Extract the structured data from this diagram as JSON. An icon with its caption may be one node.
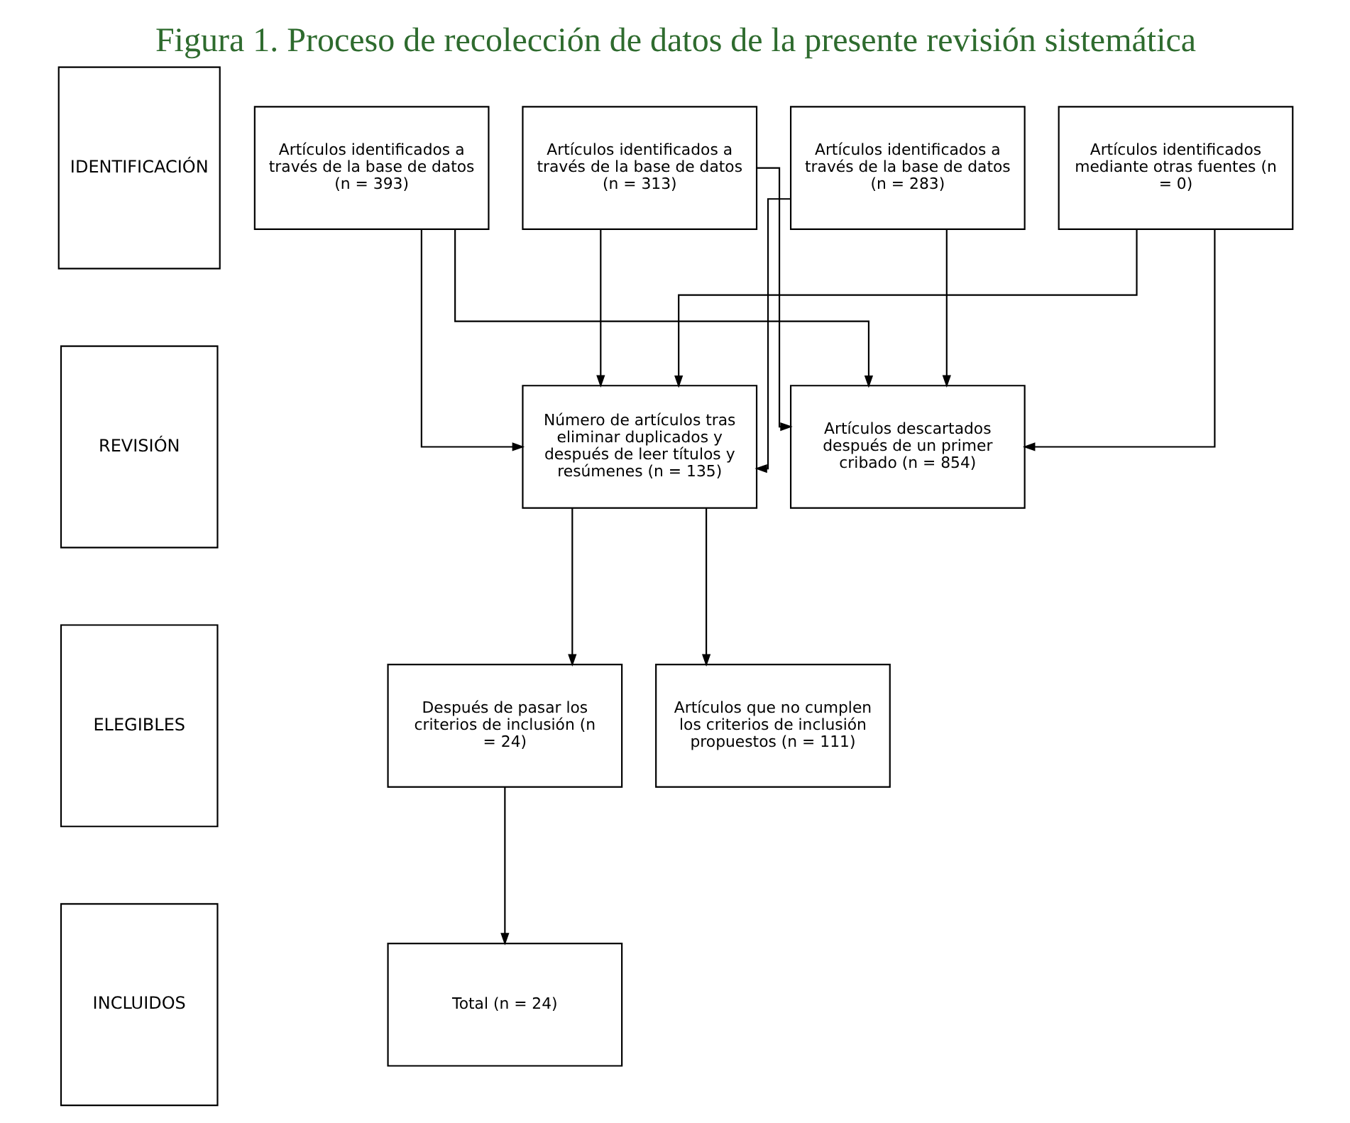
{
  "diagram": {
    "title": "Figura 1. Proceso de recolección de datos de la presente revisión sistemática",
    "nodes": [
      {
        "text": [
          "IDENTIFICACIÓN"
        ]
      },
      {
        "text": [
          "REVISIÓN"
        ]
      },
      {
        "text": [
          "ELEGIBLES"
        ]
      },
      {
        "text": [
          "INCLUIDOS"
        ]
      },
      {
        "text": [
          "Artículos identificados a través de la base de datos (n = 393)"
        ]
      },
      {
        "text": [
          "Artículos identificados a través de la base de datos (n = 313)"
        ]
      },
      {
        "text": [
          "Artículos identificados a través de la base de datos (n = 283)"
        ]
      },
      {
        "text": [
          "Artículos identificados mediante otras fuentes (n = 0)"
        ]
      },
      {
        "text": [
          "Número de artículos tras eliminar duplicados y después de leer títulos y resúmenes (n = 135)"
        ]
      },
      {
        "text": [
          "Artículos descartados después de un primer cribado (n = 854)"
        ]
      },
      {
        "text": [
          "Después de pasar los criterios de inclusión (n = 24)"
        ]
      },
      {
        "text": [
          "Artículos que no cumplen los criterios de inclusión propuestos (n = 111)"
        ]
      },
      {
        "text": [
          "Total (n = 24)"
        ]
      }
    ],
    "edges": [
      {
        "from": 4,
        "to": 8,
        "arrow": "to"
      },
      {
        "from": 5,
        "to": 8,
        "arrow": "to"
      },
      {
        "from": 6,
        "to": 8,
        "arrow": "to"
      },
      {
        "from": 7,
        "to": 8,
        "arrow": "to"
      },
      {
        "from": 4,
        "to": 9,
        "arrow": "to"
      },
      {
        "from": 5,
        "to": 9,
        "arrow": "to"
      },
      {
        "from": 6,
        "to": 9,
        "arrow": "to"
      },
      {
        "from": 7,
        "to": 9,
        "arrow": "to"
      },
      {
        "from": 8,
        "to": 10,
        "arrow": "to"
      },
      {
        "from": 8,
        "to": 11,
        "arrow": "to"
      },
      {
        "from": 10,
        "to": 12,
        "arrow": "to"
      }
    ]
  }
}
